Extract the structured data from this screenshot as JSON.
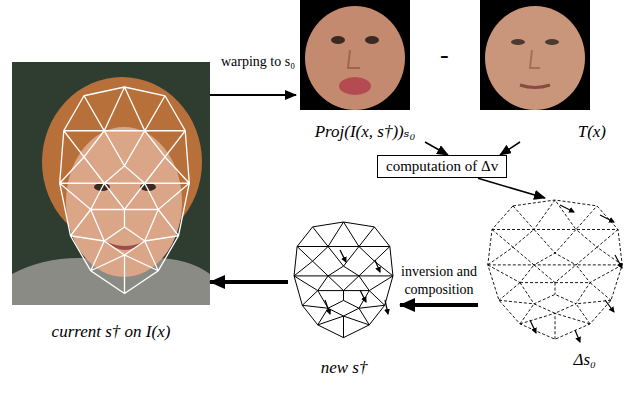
{
  "diagram": {
    "nodes": [
      {
        "text": [
          "current s† on I(x)"
        ]
      },
      {
        "text": [
          "Proj(I(x, s†))ₛ₀"
        ]
      },
      {
        "text": [
          "T(x)"
        ]
      },
      {
        "text": [
          "computation of Δv"
        ]
      },
      {
        "text": [
          "Δs₀"
        ]
      },
      {
        "text": [
          "new s†"
        ]
      }
    ],
    "edges": [
      {
        "from": 0,
        "to": 1,
        "arrow": "to",
        "label": "warping to s₀"
      },
      {
        "from": 1,
        "to": 3,
        "arrow": "to"
      },
      {
        "from": 2,
        "to": 3,
        "arrow": "to"
      },
      {
        "from": 3,
        "to": 4,
        "arrow": "to"
      },
      {
        "from": 4,
        "to": 5,
        "arrow": "to",
        "label": "inversion and composition"
      },
      {
        "from": 5,
        "to": 0,
        "arrow": "to"
      }
    ],
    "labels": [
      "-"
    ]
  }
}
